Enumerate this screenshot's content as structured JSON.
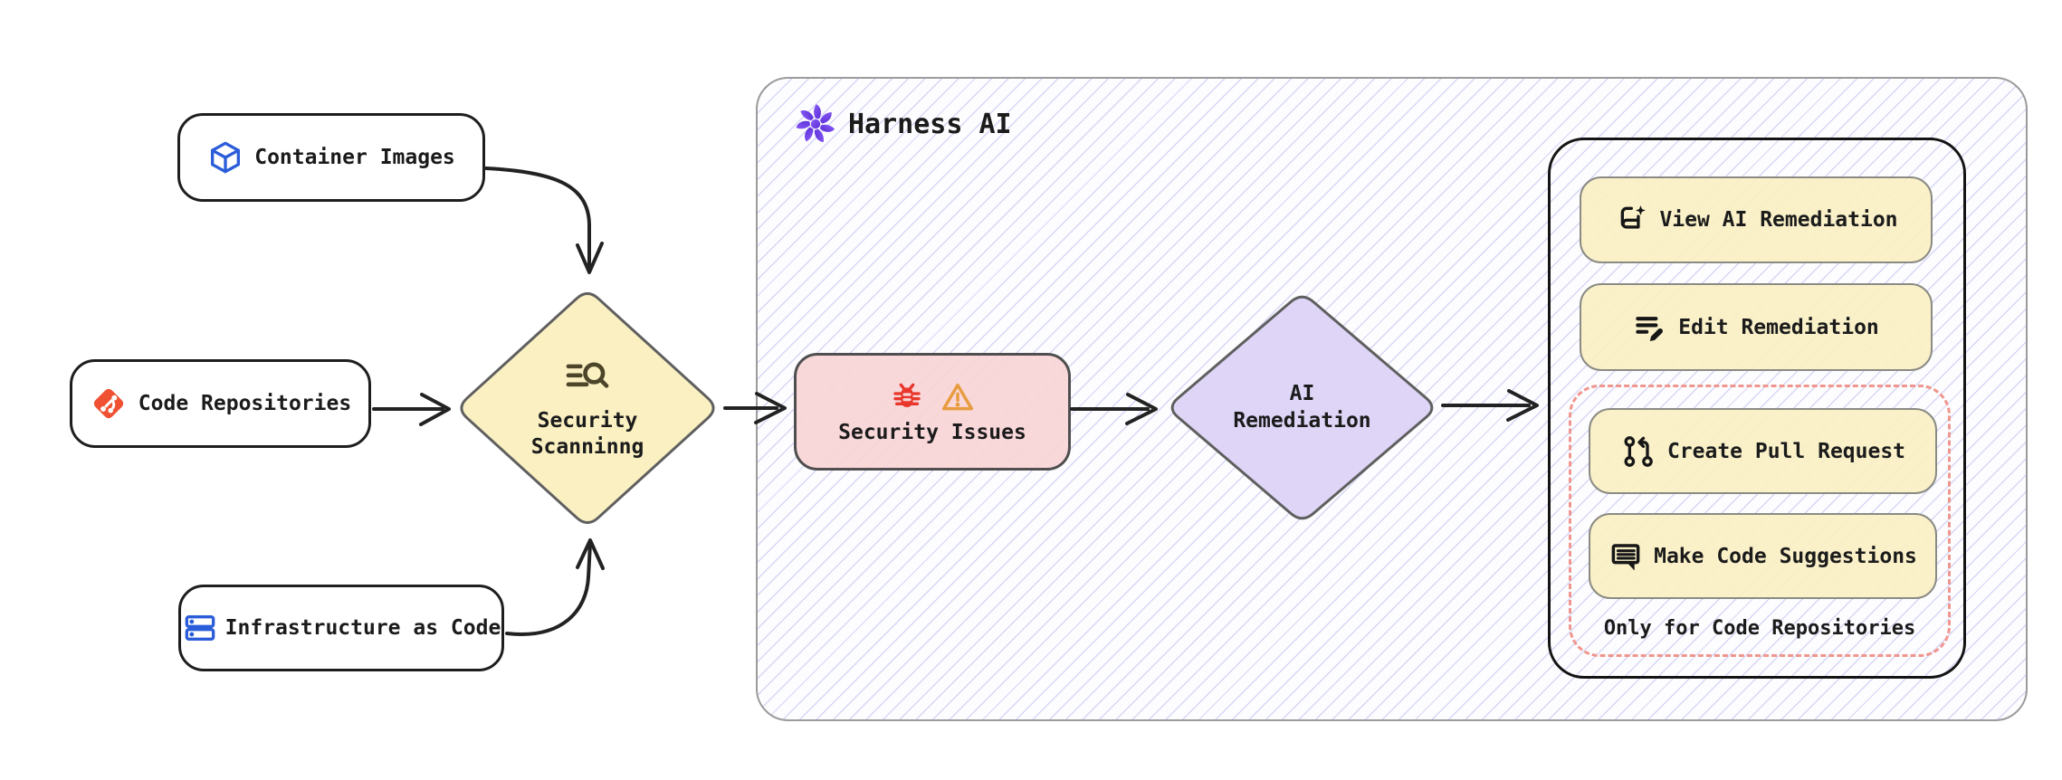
{
  "diagram": {
    "sources": [
      {
        "label": "Container Images",
        "icon": "cube-icon",
        "icon_color": "#2b5cd9"
      },
      {
        "label": "Code Repositories",
        "icon": "git-icon",
        "icon_color": "#f05133"
      },
      {
        "label": "Infrastructure as Code",
        "icon": "server-stack-icon",
        "icon_color": "#2b5cd9"
      }
    ],
    "scanning": {
      "label": "Security Scanninng",
      "icon": "scan-search-icon",
      "fill": "#faf0c2"
    },
    "security_issues": {
      "label": "Security Issues",
      "icons": [
        "bug-icon",
        "warning-icon"
      ],
      "fill": "#f8d5d7",
      "bug_color": "#e8362a",
      "warning_color": "#e89c40"
    },
    "ai_remediation": {
      "label": "AI Remediation",
      "fill": "#dcd2f6"
    },
    "harness": {
      "title": "Harness AI",
      "icon": "harness-ai-icon",
      "accent": "#6d3aee"
    },
    "actions": {
      "view": {
        "label": "View AI Remediation",
        "icon": "book-sparkle-icon"
      },
      "edit": {
        "label": "Edit Remediation",
        "icon": "edit-list-icon"
      },
      "create_pr": {
        "label": "Create Pull Request",
        "icon": "pull-request-icon"
      },
      "make_suggestions": {
        "label": "Make Code Suggestions",
        "icon": "message-lines-icon"
      },
      "note": "Only for Code Repositories",
      "button_fill": "#faf0c4",
      "restricted_border": "#f0968e"
    }
  }
}
